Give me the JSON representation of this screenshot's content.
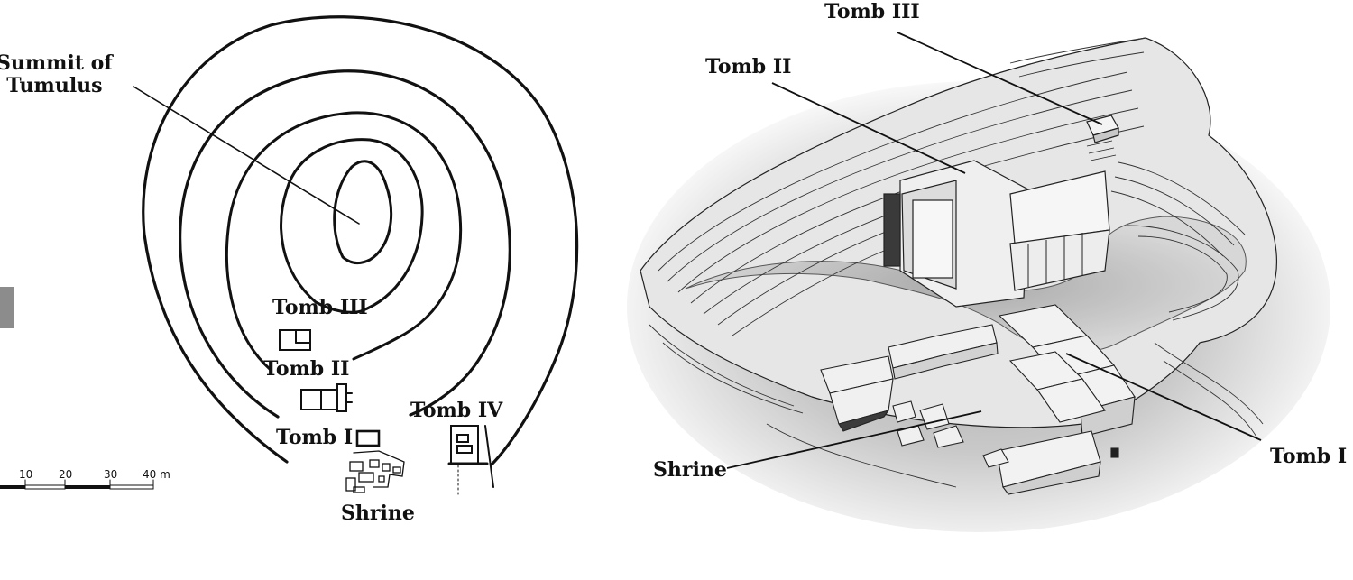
{
  "plan": {
    "summit_line1": "Summit of",
    "summit_line2": "Tumulus",
    "tomb3": "Tomb III",
    "tomb2": "Tomb II",
    "tomb1": "Tomb I",
    "tomb4": "Tomb IV",
    "shrine": "Shrine",
    "scale": {
      "t10": "10",
      "t20": "20",
      "t30": "30",
      "t40": "40 m"
    }
  },
  "perspective": {
    "tomb3": "Tomb III",
    "tomb2": "Tomb II",
    "tomb1": "Tomb I",
    "shrine": "Shrine"
  },
  "colors": {
    "ink": "#111111",
    "shade": "#8a8a8a",
    "marker": "#8c8c8c"
  }
}
